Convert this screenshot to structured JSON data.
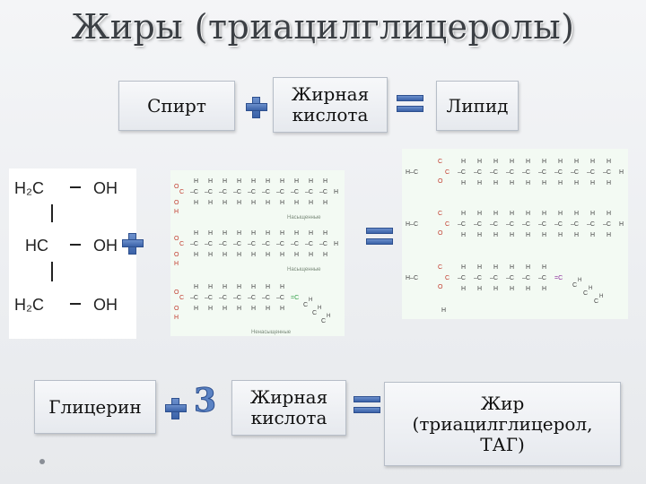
{
  "title": "Жиры (триацилглицеролы)",
  "top_row": {
    "alcohol": "Спирт",
    "fatty_acid": [
      "Жирная",
      "кислота"
    ],
    "lipid": "Липид"
  },
  "bottom_row": {
    "glycerol": "Глицерин",
    "multiplier": "3",
    "fatty_acid": [
      "Жирная",
      "кислота"
    ],
    "fat": [
      "Жир",
      "(триацилглицерол,",
      "ТАГ)"
    ]
  },
  "glycerol_formula": {
    "rows": [
      {
        "carbon": "H₂C",
        "group": "OH"
      },
      {
        "carbon": "HC",
        "group": "OH"
      },
      {
        "carbon": "H₂C",
        "group": "OH"
      }
    ]
  },
  "fatty_acids_panel": {
    "labels": [
      "Насыщенные",
      "Насыщенные",
      "Ненасыщенные"
    ]
  },
  "colors": {
    "accent": "#3a62a8",
    "oxygen": "#c0392b",
    "double_bond": "#2e9d44",
    "panel_bg": "#f3faf3"
  }
}
